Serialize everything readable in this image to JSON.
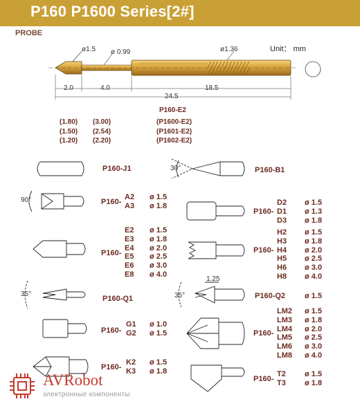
{
  "header": {
    "title": "P160 P1600 Series[2#]"
  },
  "probe_label": "PROBE",
  "unit": "Unit： mm",
  "dims": {
    "d1": "ø1.5",
    "d2": "ø 0.99",
    "d3": "ø1.36",
    "l1": "2.0",
    "l2": "4.0",
    "l3": "18.5",
    "total": "24.5"
  },
  "models": {
    "title": "P160-E2",
    "left": [
      "(1.80)",
      "(1.50)",
      "(1.20)"
    ],
    "mid": [
      "(3.00)",
      "(2.54)",
      "(2.20)"
    ],
    "right": [
      "(P1600-E2)",
      "(P1601-E2)",
      "(P1602-E2)"
    ]
  },
  "tips": {
    "j1": {
      "label": "P160-J1"
    },
    "b1": {
      "label": "P160-B1",
      "angle": "30°"
    },
    "a": {
      "prefix": "P160-",
      "codes": [
        "A2",
        "A3"
      ],
      "diams": [
        "ø 1.5",
        "ø 1.8"
      ],
      "angle": "90°"
    },
    "d": {
      "prefix": "P160-",
      "codes": [
        "D2",
        "D1",
        "D3"
      ],
      "diams": [
        "ø 1.5",
        "ø 1.3",
        "ø 1.8"
      ]
    },
    "e": {
      "prefix": "P160-",
      "codes": [
        "E2",
        "E3",
        "E4",
        "E5",
        "E6",
        "E8"
      ],
      "diams": [
        "ø 1.5",
        "ø 1.8",
        "ø 2.0",
        "ø 2.5",
        "ø 3.0",
        "ø 4.0"
      ]
    },
    "h": {
      "prefix": "P160-",
      "codes": [
        "H2",
        "H3",
        "H4",
        "H5",
        "H6",
        "H8"
      ],
      "diams": [
        "ø 1.5",
        "ø 1.8",
        "ø 2.0",
        "ø 2.5",
        "ø 3.0",
        "ø 4.0"
      ]
    },
    "q1": {
      "label": "P160-Q1",
      "angle": "35°"
    },
    "q2": {
      "label": "P160-Q2",
      "diam": "ø 1.5",
      "angle": "35°",
      "dim": "1.25"
    },
    "g": {
      "prefix": "P160-",
      "codes": [
        "G1",
        "G2"
      ],
      "diams": [
        "ø 1.0",
        "ø 1.5"
      ]
    },
    "lm": {
      "prefix": "P160-",
      "codes": [
        "LM2",
        "LM3",
        "LM4",
        "LM5",
        "LM6",
        "LM8"
      ],
      "diams": [
        "ø 1.5",
        "ø 1.8",
        "ø 2.0",
        "ø 2.5",
        "ø 3.0",
        "ø 4.0"
      ]
    },
    "k": {
      "prefix": "P160-",
      "codes": [
        "K2",
        "K3"
      ],
      "diams": [
        "ø 1.5",
        "ø 1.8"
      ]
    },
    "t": {
      "prefix": "P160-",
      "codes": [
        "T2",
        "T3"
      ],
      "diams": [
        "ø 1.5",
        "ø 1.8"
      ]
    }
  },
  "logo": {
    "name": "AVRobot",
    "tagline": "электронные компоненты"
  }
}
